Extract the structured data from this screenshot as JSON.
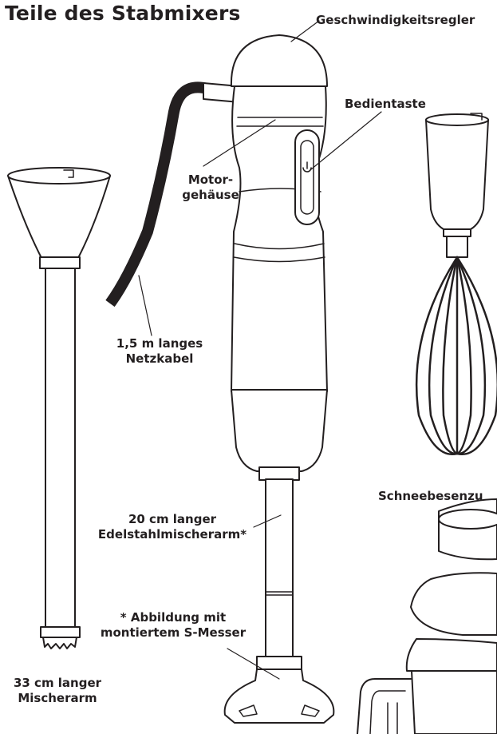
{
  "title": "Teile des Stabmixers",
  "labels": {
    "speed_control": "Geschwindigkeitsregler",
    "control_button": "Bedientaste",
    "motor_housing_1": "Motor-",
    "motor_housing_2": "gehäuse",
    "cord_1": "1,5 m langes",
    "cord_2": "Netzkabel",
    "arm_20_1": "20 cm langer",
    "arm_20_2": "Edelstahlmischerarm*",
    "footnote_1": "* Abbildung mit",
    "footnote_2": "montiertem S-Messer",
    "arm_33_1": "33 cm langer",
    "arm_33_2": "Mischerarm",
    "whisk": "Schneebesenzu"
  },
  "colors": {
    "ink": "#231f20",
    "paper": "#ffffff"
  }
}
